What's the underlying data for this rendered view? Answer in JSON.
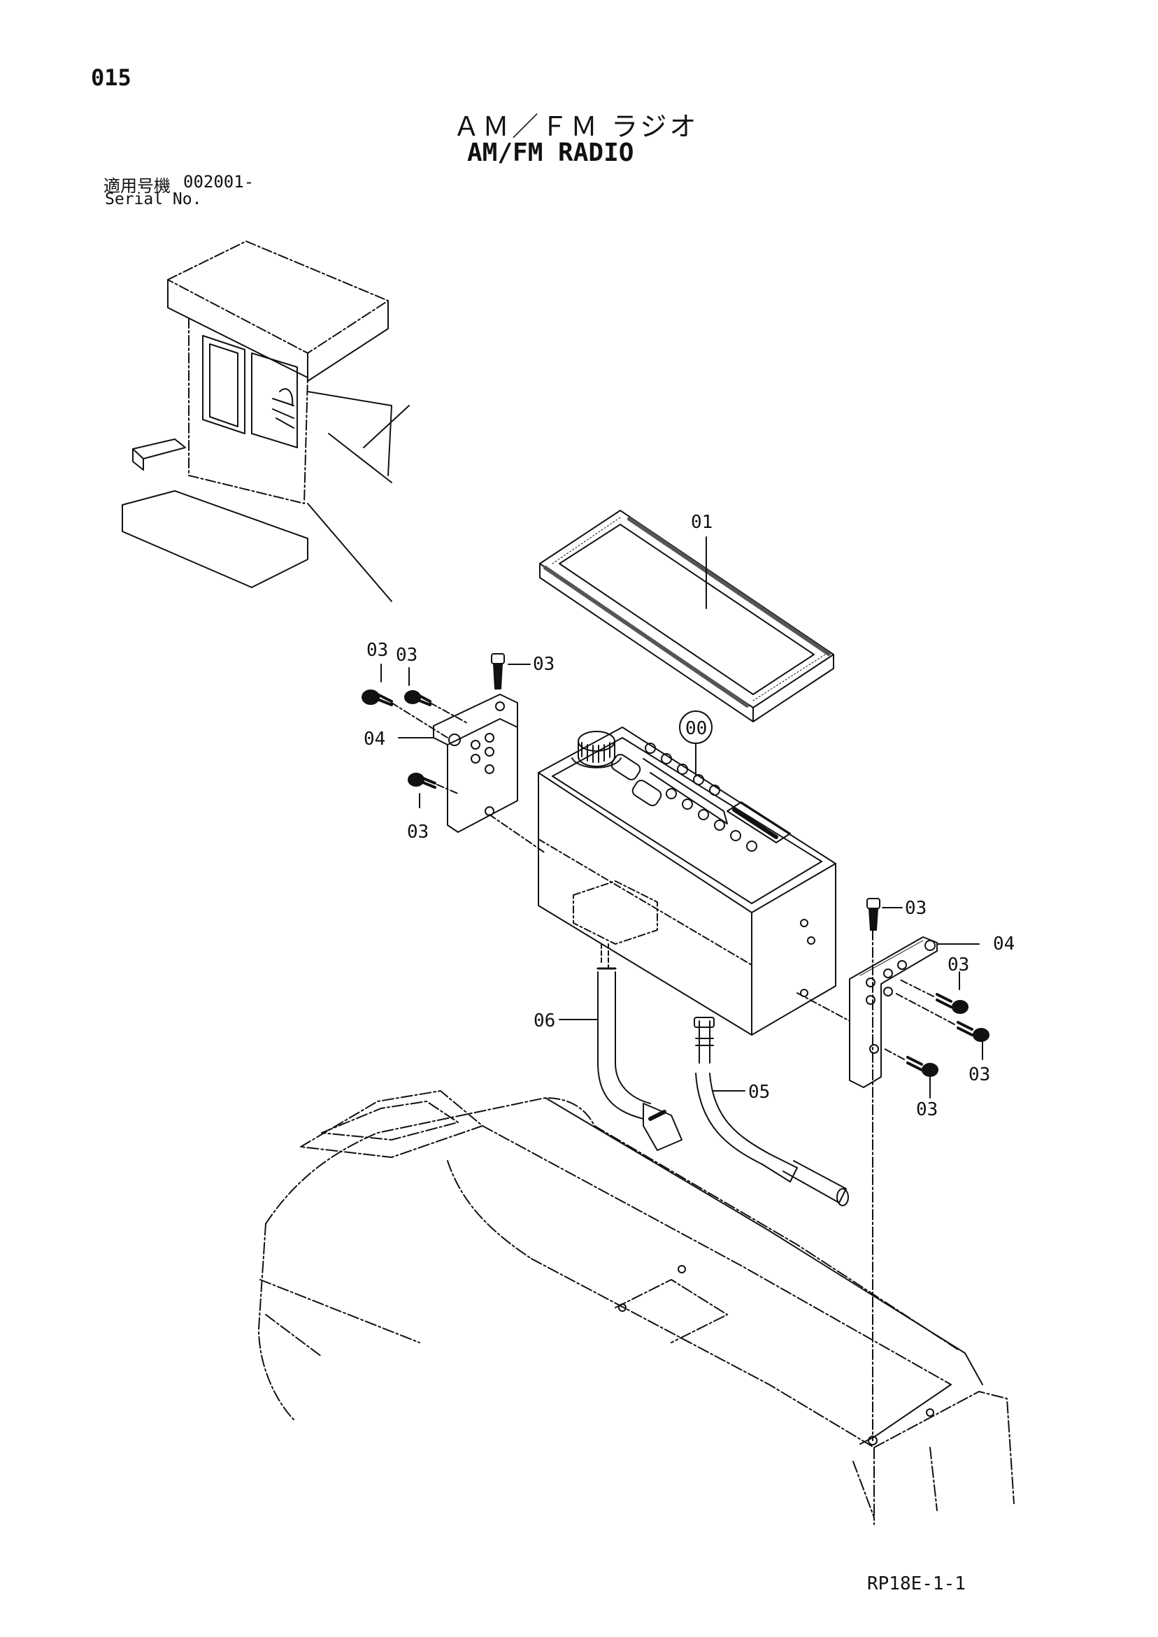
{
  "page_number": "015",
  "title_jp": "ＡＭ／ＦＭ ラジオ",
  "title_en": "AM/FM RADIO",
  "serial_label_jp": "適用号機",
  "serial_value": "002001-",
  "serial_label_en": "Serial No.",
  "footer_code": "RP18E-1-1",
  "callouts": {
    "c00": "00",
    "c01": "01",
    "c03": "03",
    "c04": "04",
    "c05": "05",
    "c06": "06"
  }
}
